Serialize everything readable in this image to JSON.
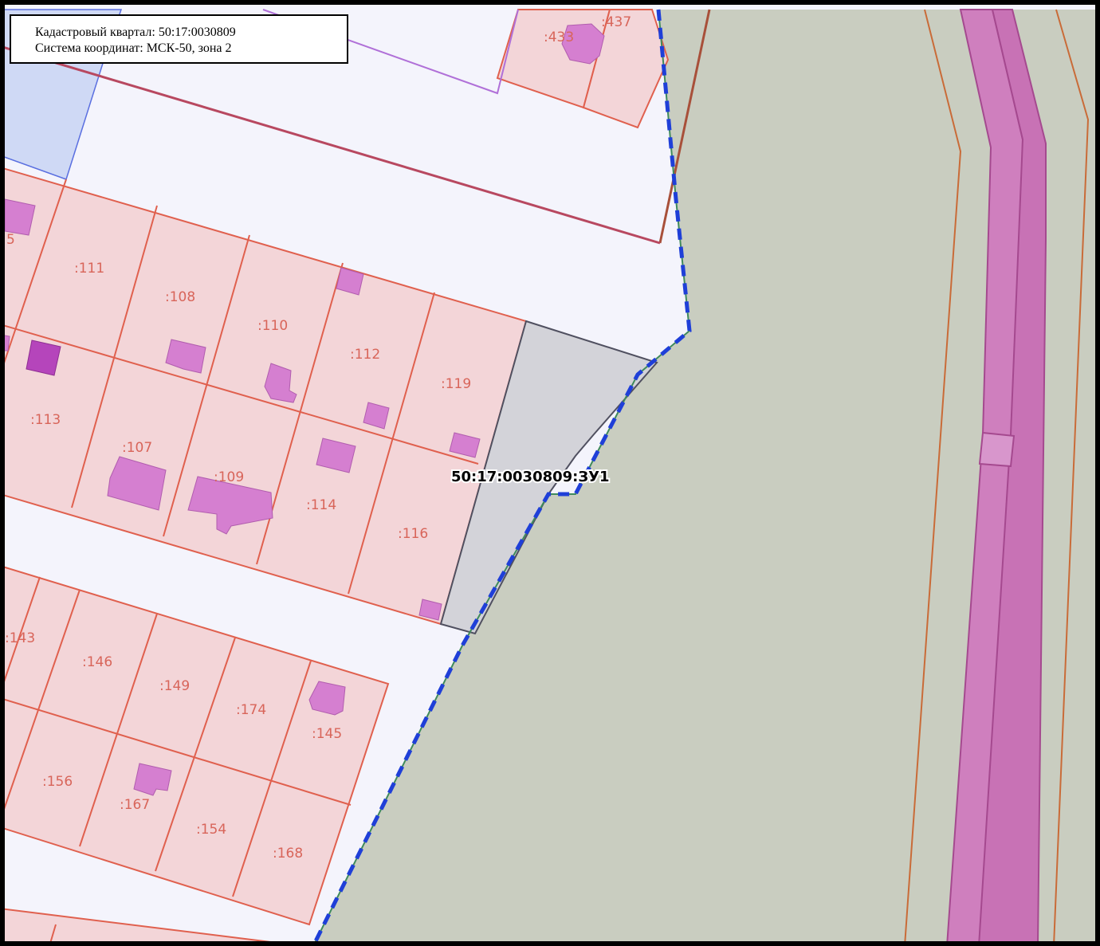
{
  "legend": {
    "quarter_line": "Кадастровый квартал: 50:17:0030809",
    "crs_line": "Система координат: МСК-50, зона 2"
  },
  "new_parcel": {
    "label": "50:17:0030809:ЗУ1"
  },
  "plots": [
    ":111",
    ":108",
    ":110",
    ":112",
    ":119",
    ":113",
    ":107",
    ":109",
    ":114",
    ":116",
    ":143",
    ":146",
    ":149",
    ":174",
    ":145",
    ":156",
    ":167",
    ":154",
    ":168",
    ":433",
    ":437",
    "5"
  ],
  "colors": {
    "plot_fill": "#f3d5d8",
    "plot_border": "#e0604e",
    "building_fill": "#d57fd0",
    "new_parcel_fill": "#d3d3d9",
    "quarter_boundary": "#1f3fd8",
    "forest_fill": "#c9cdc0",
    "road_fill": "#cf7fbe"
  }
}
